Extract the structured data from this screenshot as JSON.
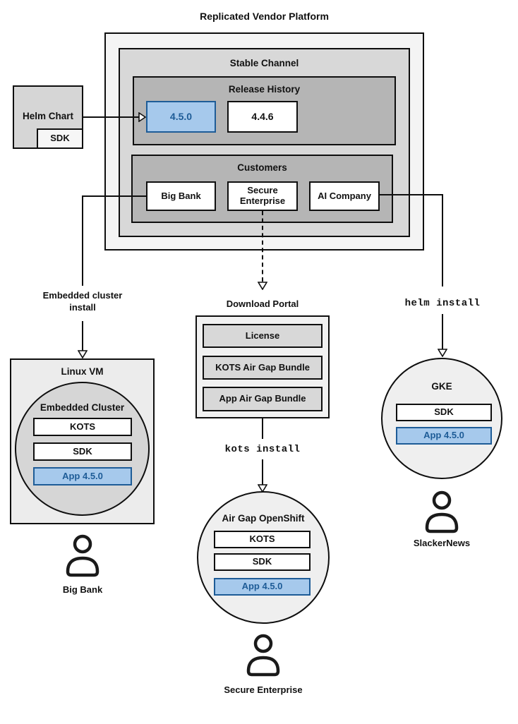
{
  "title": "Replicated Vendor Platform",
  "colors": {
    "platform_bg": "#f4f4f4",
    "channel_bg": "#d8d8d8",
    "group_bg": "#b5b5b5",
    "node_bg": "#ffffff",
    "highlight_fill": "#a6c9ec",
    "highlight_border": "#1e5c97",
    "highlight_text": "#1e5c97",
    "line": "#0e0e0e"
  },
  "platform": {
    "stable_channel_label": "Stable Channel",
    "release_history": {
      "label": "Release History",
      "releases": [
        {
          "version": "4.5.0",
          "highlighted": true
        },
        {
          "version": "4.4.6",
          "highlighted": false
        }
      ]
    },
    "customers": {
      "label": "Customers",
      "items": [
        {
          "name": "Big Bank"
        },
        {
          "name": "Secure Enterprise"
        },
        {
          "name": "AI Company"
        }
      ]
    }
  },
  "helm_chart": {
    "label": "Helm Chart",
    "sdk_label": "SDK"
  },
  "flows": {
    "embedded": {
      "label": "Embedded cluster install"
    },
    "portal": {
      "title": "Download Portal",
      "items": [
        "License",
        "KOTS Air Gap Bundle",
        "App Air Gap Bundle"
      ],
      "command": "kots install"
    },
    "helm": {
      "command": "helm install"
    }
  },
  "environments": {
    "linux_vm": {
      "label": "Linux VM",
      "cluster_label": "Embedded Cluster",
      "components": [
        "KOTS",
        "SDK",
        "App 4.5.0"
      ],
      "user": "Big Bank"
    },
    "openshift": {
      "label": "Air Gap OpenShift",
      "components": [
        "KOTS",
        "SDK",
        "App 4.5.0"
      ],
      "user": "Secure Enterprise"
    },
    "gke": {
      "label": "GKE",
      "components": [
        "SDK",
        "App 4.5.0"
      ],
      "user": "SlackerNews"
    }
  }
}
